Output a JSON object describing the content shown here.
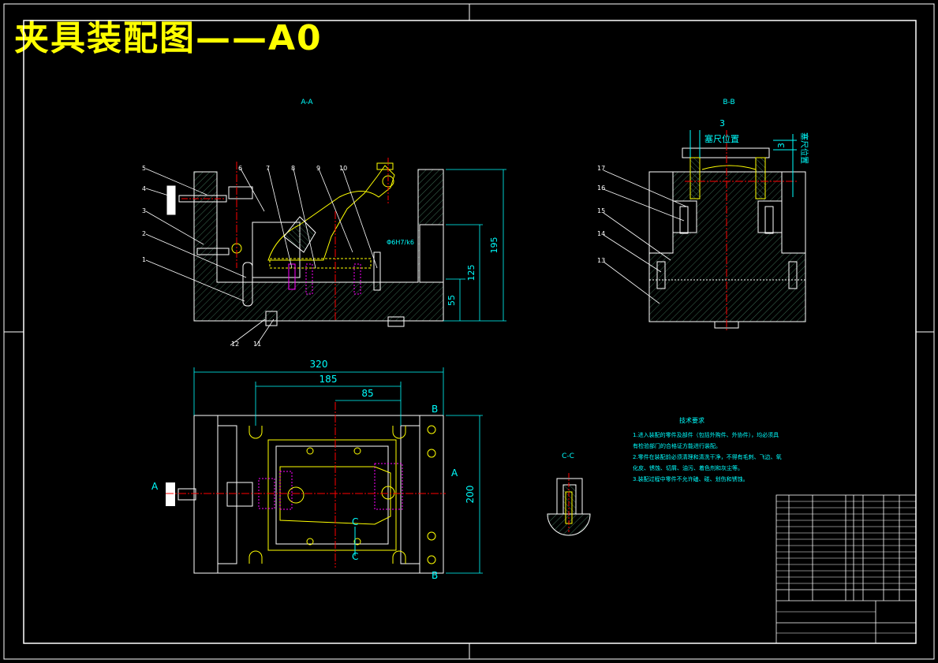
{
  "title": "夹具装配图——A0",
  "views": {
    "aa": "A-A",
    "bb": "B-B",
    "cc": "C-C"
  },
  "balloons_aa": [
    "5",
    "4",
    "3",
    "2",
    "1",
    "6",
    "7",
    "8",
    "9",
    "10",
    "12",
    "11"
  ],
  "balloons_bb": [
    "17",
    "16",
    "15",
    "14",
    "13"
  ],
  "dims": {
    "d320": "320",
    "d185": "185",
    "d85": "85",
    "d200": "200",
    "d195": "195",
    "d125": "125",
    "d55": "55",
    "d3a": "3",
    "d3b": "3",
    "fit": "Φ6H7/k6"
  },
  "feeler": {
    "label1": "塞尺位置",
    "label2": "塞尺位置"
  },
  "section_marks": {
    "a_left": "A",
    "a_right": "A",
    "b_top": "B",
    "b_bottom": "B",
    "c_top": "C",
    "c_bottom": "C"
  },
  "tech_req": {
    "heading": "技术要求",
    "line1": "1.进入装配的零件及部件（包括外购件、外协件），均必须具",
    "line2": "有检验部门的合格证方能进行装配。",
    "line3": "2.零件在装配前必须清理和清洗干净，不得有毛刺、飞边、氧",
    "line4": "化皮、锈蚀、切屑、油污、着色剂和灰尘等。",
    "line5": "3.装配过程中零件不允许磕、碰、划伤和锈蚀。"
  },
  "colors": {
    "background": "#000000",
    "outline": "#ffffff",
    "title": "#ffff00",
    "text": "#00ffff",
    "centerline": "#ff0000",
    "hidden": "#ff00ff",
    "part_yellow": "#ffff00",
    "hatch": "#2e5040"
  }
}
